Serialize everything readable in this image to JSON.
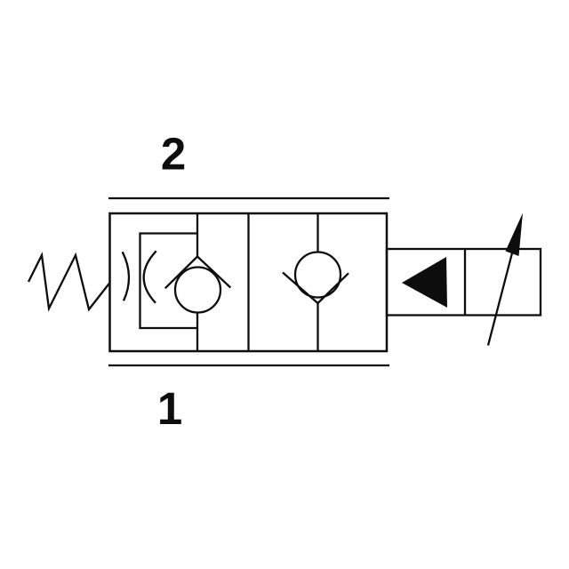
{
  "diagram": {
    "type": "hydraulic-valve-schematic",
    "ports": {
      "top": {
        "label": "2"
      },
      "bottom": {
        "label": "1"
      }
    },
    "components": [
      "spring",
      "orifice",
      "pilot-chamber-box",
      "check-valve-left",
      "check-valve-right",
      "compartment-divider",
      "solenoid-box",
      "solenoid-triangle",
      "proportional-arrow"
    ]
  },
  "colors": {
    "line": "#0d0d0d",
    "background": "#ffffff"
  }
}
